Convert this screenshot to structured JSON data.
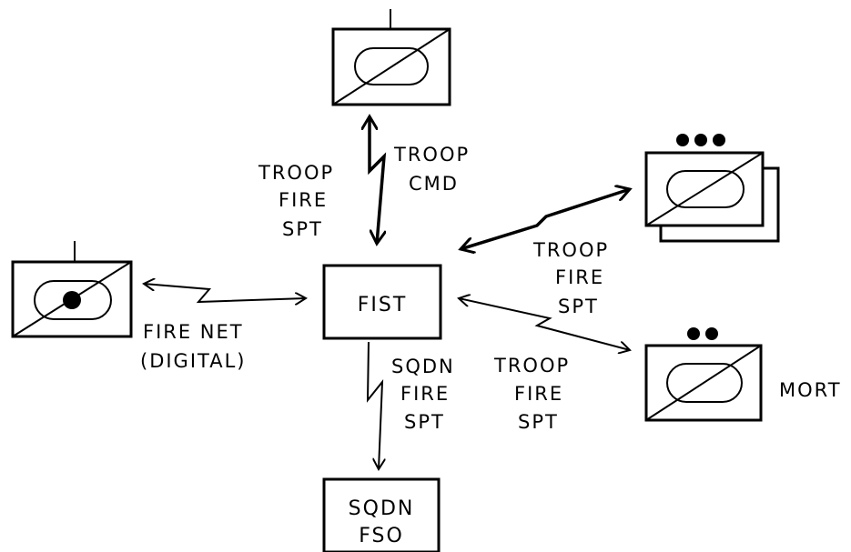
{
  "diagram": {
    "nodes": {
      "fist": {
        "label": "FIST"
      },
      "sqdn_fso": {
        "label_line1": "SQDN",
        "label_line2": "FSO"
      },
      "mortar": {
        "label": "MORT",
        "dots": 2
      },
      "multi_unit": {
        "dots": 3
      }
    },
    "links": {
      "troop_cmd_fire": {
        "left_label": [
          "TROOP",
          "FIRE",
          "SPT"
        ],
        "right_label": [
          "TROOP",
          "CMD"
        ]
      },
      "fire_net": {
        "label": [
          "FIRE NET",
          "(DIGITAL)"
        ]
      },
      "to_multi": {
        "label": [
          "TROOP",
          "FIRE",
          "SPT"
        ]
      },
      "to_mortar": {
        "label": [
          "TROOP",
          "FIRE",
          "SPT"
        ]
      },
      "to_fso": {
        "label": [
          "SQDN",
          "FIRE",
          "SPT"
        ]
      }
    }
  }
}
